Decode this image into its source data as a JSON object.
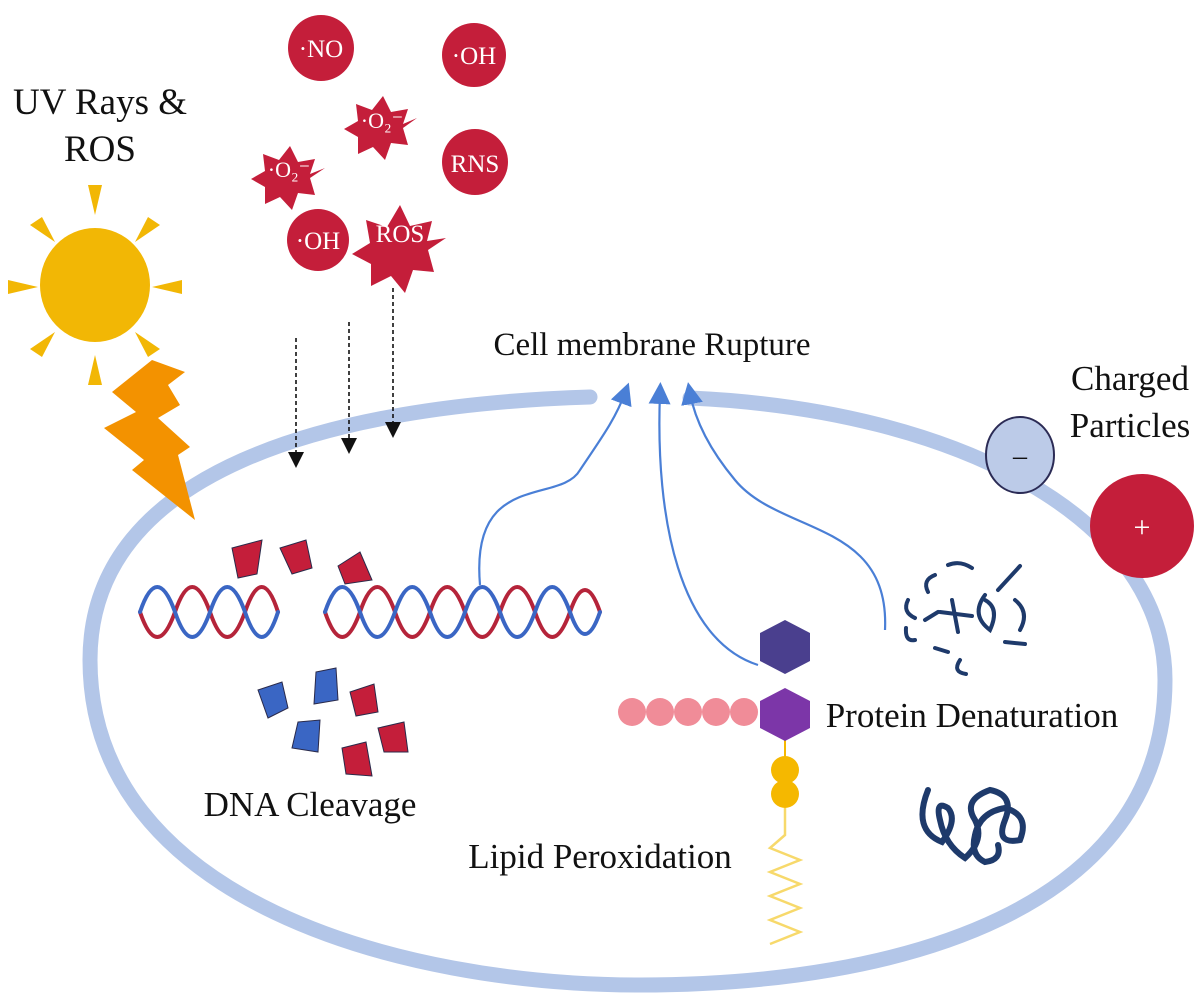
{
  "labels": {
    "uv_line1": "UV Rays &",
    "uv_line2": "ROS",
    "membrane_rupture": "Cell membrane Rupture",
    "charged_line1": "Charged",
    "charged_line2": "Particles",
    "dna_cleavage": "DNA Cleavage",
    "lipid_peroxidation": "Lipid Peroxidation",
    "protein_denaturation": "Protein Denaturation"
  },
  "species": [
    {
      "text": "·NO",
      "shape": "circle"
    },
    {
      "text": "·OH",
      "shape": "circle"
    },
    {
      "text": "·O₂⁻",
      "shape": "star"
    },
    {
      "text": "·O₂⁻",
      "shape": "star"
    },
    {
      "text": "RNS",
      "shape": "circle"
    },
    {
      "text": "·OH",
      "shape": "circle"
    },
    {
      "text": "ROS",
      "shape": "star"
    }
  ],
  "charges": {
    "negative": "–",
    "positive": "+"
  },
  "colors": {
    "membrane": "#b3c6e8",
    "radical_red": "#c41e3a",
    "sun": "#f2b705",
    "lightning": "#f39200",
    "dna_red": "#b5243a",
    "dna_blue": "#3a66c4",
    "arrow_blue": "#4a7fd6",
    "hexagon_top": "#4a3f8e",
    "hexagon_bottom": "#7c36a8",
    "lipid_pink": "#f08c98",
    "lipid_yellow": "#f5b800",
    "protein_navy": "#1e3a6b",
    "negative_particle": "#bccbe8"
  },
  "icons": [
    "sun-icon",
    "lightning-icon",
    "dna-helix-icon",
    "hexagon-icon",
    "protein-coil-icon"
  ]
}
